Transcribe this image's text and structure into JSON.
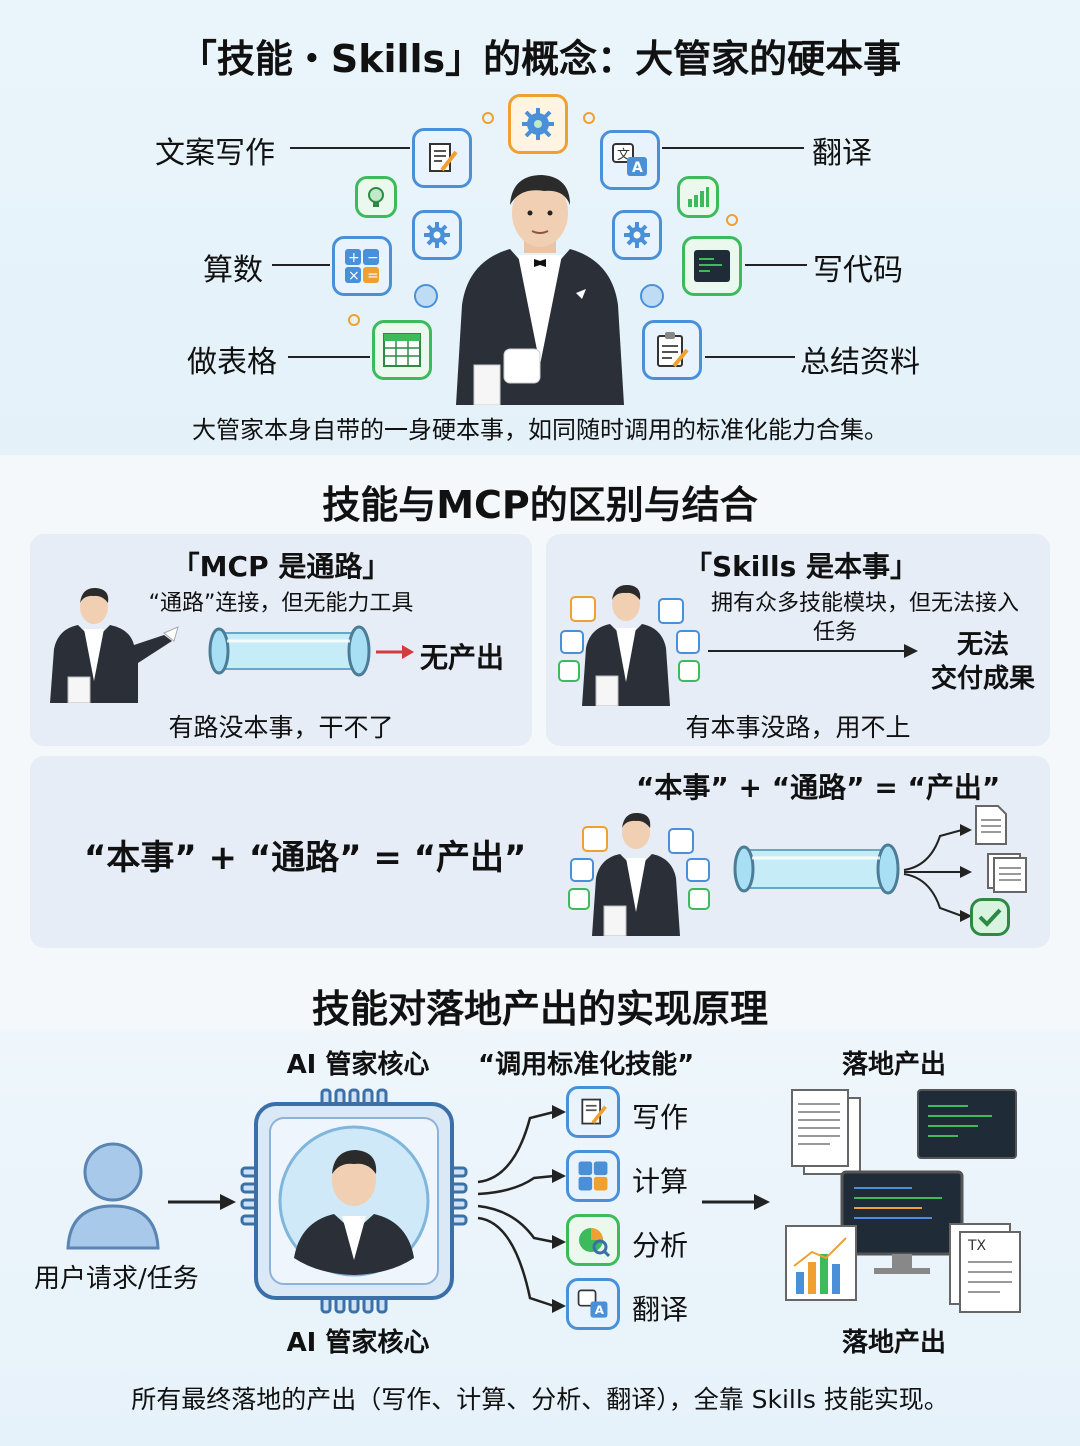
{
  "section1": {
    "title": "「技能・Skills」的概念：大管家的硬本事",
    "labels_left": [
      "文案写作",
      "算数",
      "做表格"
    ],
    "labels_right": [
      "翻译",
      "写代码",
      "总结资料"
    ],
    "caption": "大管家本身自带的一身硬本事，如同随时调用的标准化能力合集。"
  },
  "section2": {
    "title": "技能与MCP的区别与结合",
    "card_mcp": {
      "title": "「MCP 是通路」",
      "subtitle": "“通路”连接，但无能力工具",
      "result": "无产出",
      "footer": "有路没本事，干不了"
    },
    "card_skills": {
      "title": "「Skills 是本事」",
      "subtitle_line1": "拥有众多技能模块，但无法接入",
      "subtitle_line2": "任务",
      "result_line1": "无法",
      "result_line2": "交付成果",
      "footer": "有本事没路，用不上"
    },
    "card_combo": {
      "formula_big": "“本事” + “通路” = “产出”",
      "formula_small": "“本事” + “通路” = “产出”"
    }
  },
  "section3": {
    "title": "技能对落地产出的实现原理",
    "core_top": "AI 管家核心",
    "core_bottom": "AI 管家核心",
    "call_title": "“调用标准化技能”",
    "skills": [
      "写作",
      "计算",
      "分析",
      "翻译"
    ],
    "user_label": "用户请求/任务",
    "output_top": "落地产出",
    "output_bottom": "落地产出",
    "caption": "所有最终落地的产出（写作、计算、分析、翻译），全靠 Skills 技能实现。"
  },
  "icons": {
    "copywriting": "document-pencil-icon",
    "translate": "translate-icon",
    "math": "calculator-icon",
    "code": "code-window-icon",
    "table": "spreadsheet-icon",
    "summary": "clipboard-icon",
    "gear": "gear-icon",
    "bulb": "lightbulb-icon",
    "bars": "bar-chart-icon",
    "user": "user-icon"
  },
  "colors": {
    "blue": "#4a90d9",
    "green": "#3dbb5c",
    "orange": "#f0a030",
    "red_arrow": "#d23b3b",
    "tube": "#a9dff4"
  }
}
